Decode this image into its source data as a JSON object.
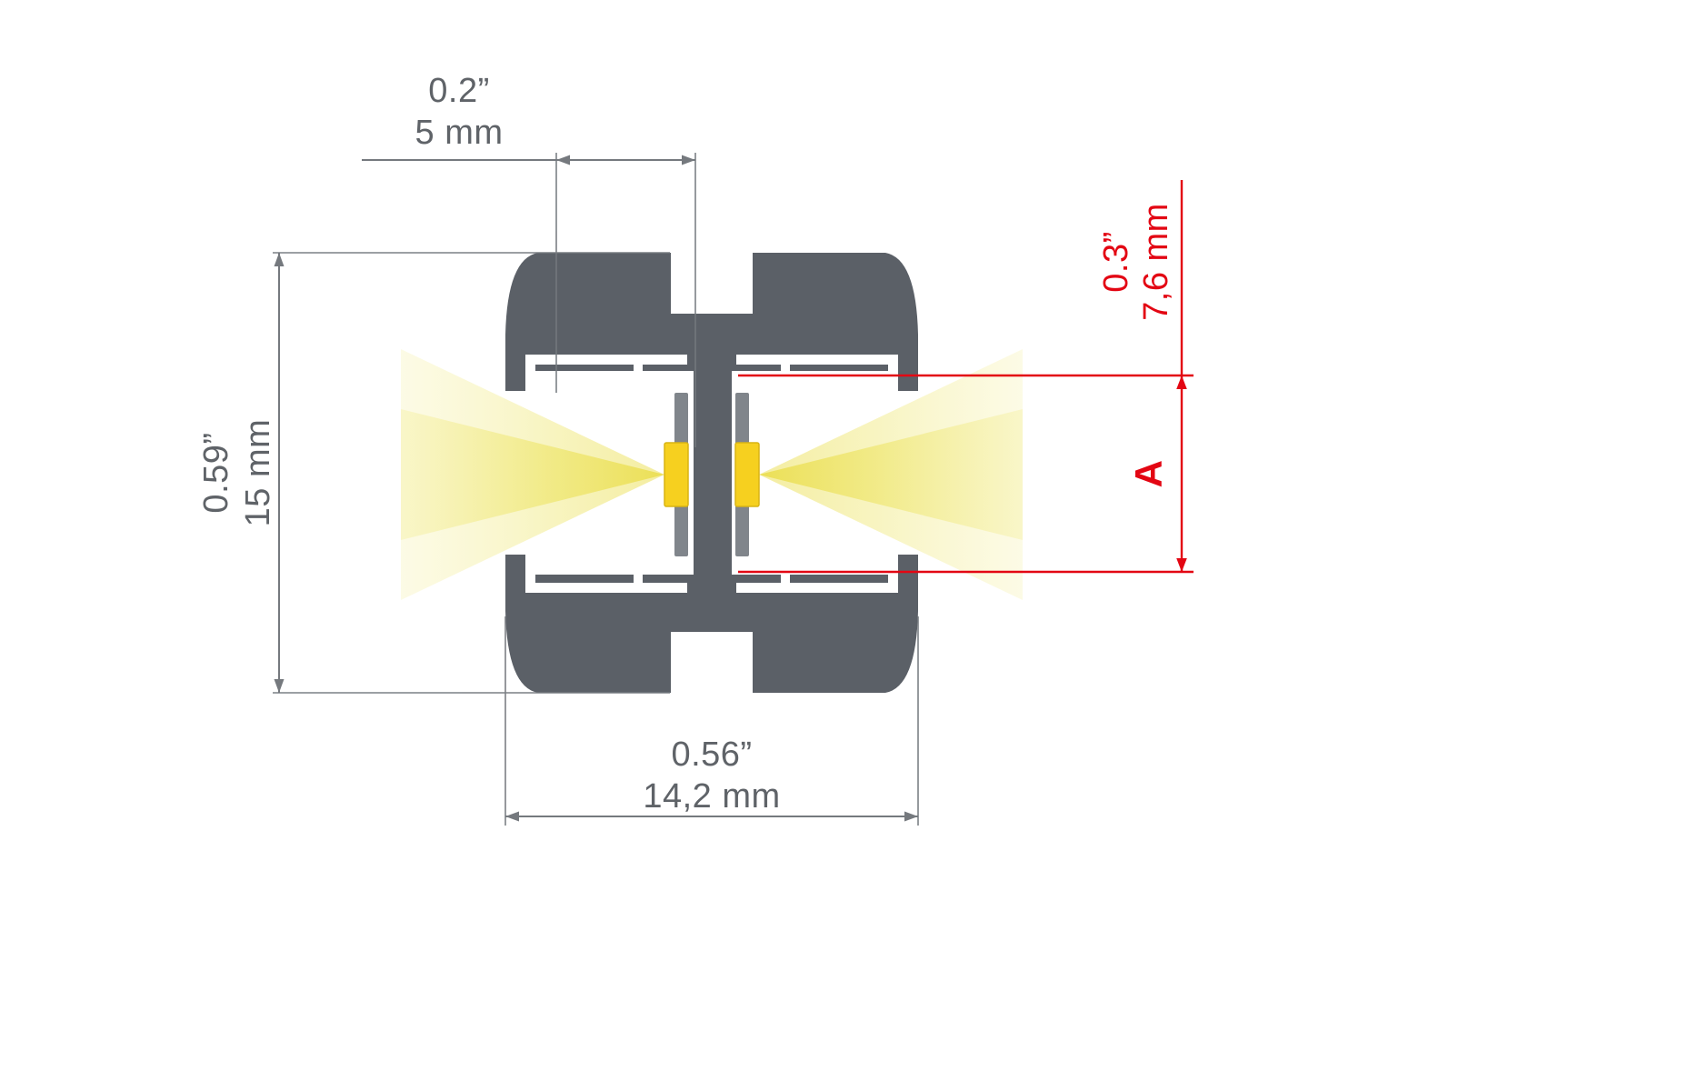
{
  "page": {
    "background": "#ffffff"
  },
  "diagram": {
    "name": "led-profile-cross-section",
    "description": "Cross-section technical drawing of a double-sided LED glass profile with light beams and dimension callouts",
    "colors": {
      "body": "#5b6067",
      "groove": "#ffffff",
      "pcb": "#80858b",
      "led": "#f6d01f",
      "led_edge": "#d8b414",
      "beam_core": "#eadd4a",
      "beam_mid": "#efe773",
      "beam_edge": "#f6f1ab",
      "dimension_line": "#75797e",
      "dimension_text": "#5f6368",
      "accent_red": "#e30613"
    },
    "dimensions": {
      "top": {
        "inches": "0.2”",
        "metric": "5 mm"
      },
      "left": {
        "inches": "0.59”",
        "metric": "15 mm"
      },
      "bottom": {
        "inches": "0.56”",
        "metric": "14,2 mm"
      },
      "right": {
        "inches": "0.3”",
        "metric": "7,6 mm",
        "label": "A"
      }
    }
  }
}
